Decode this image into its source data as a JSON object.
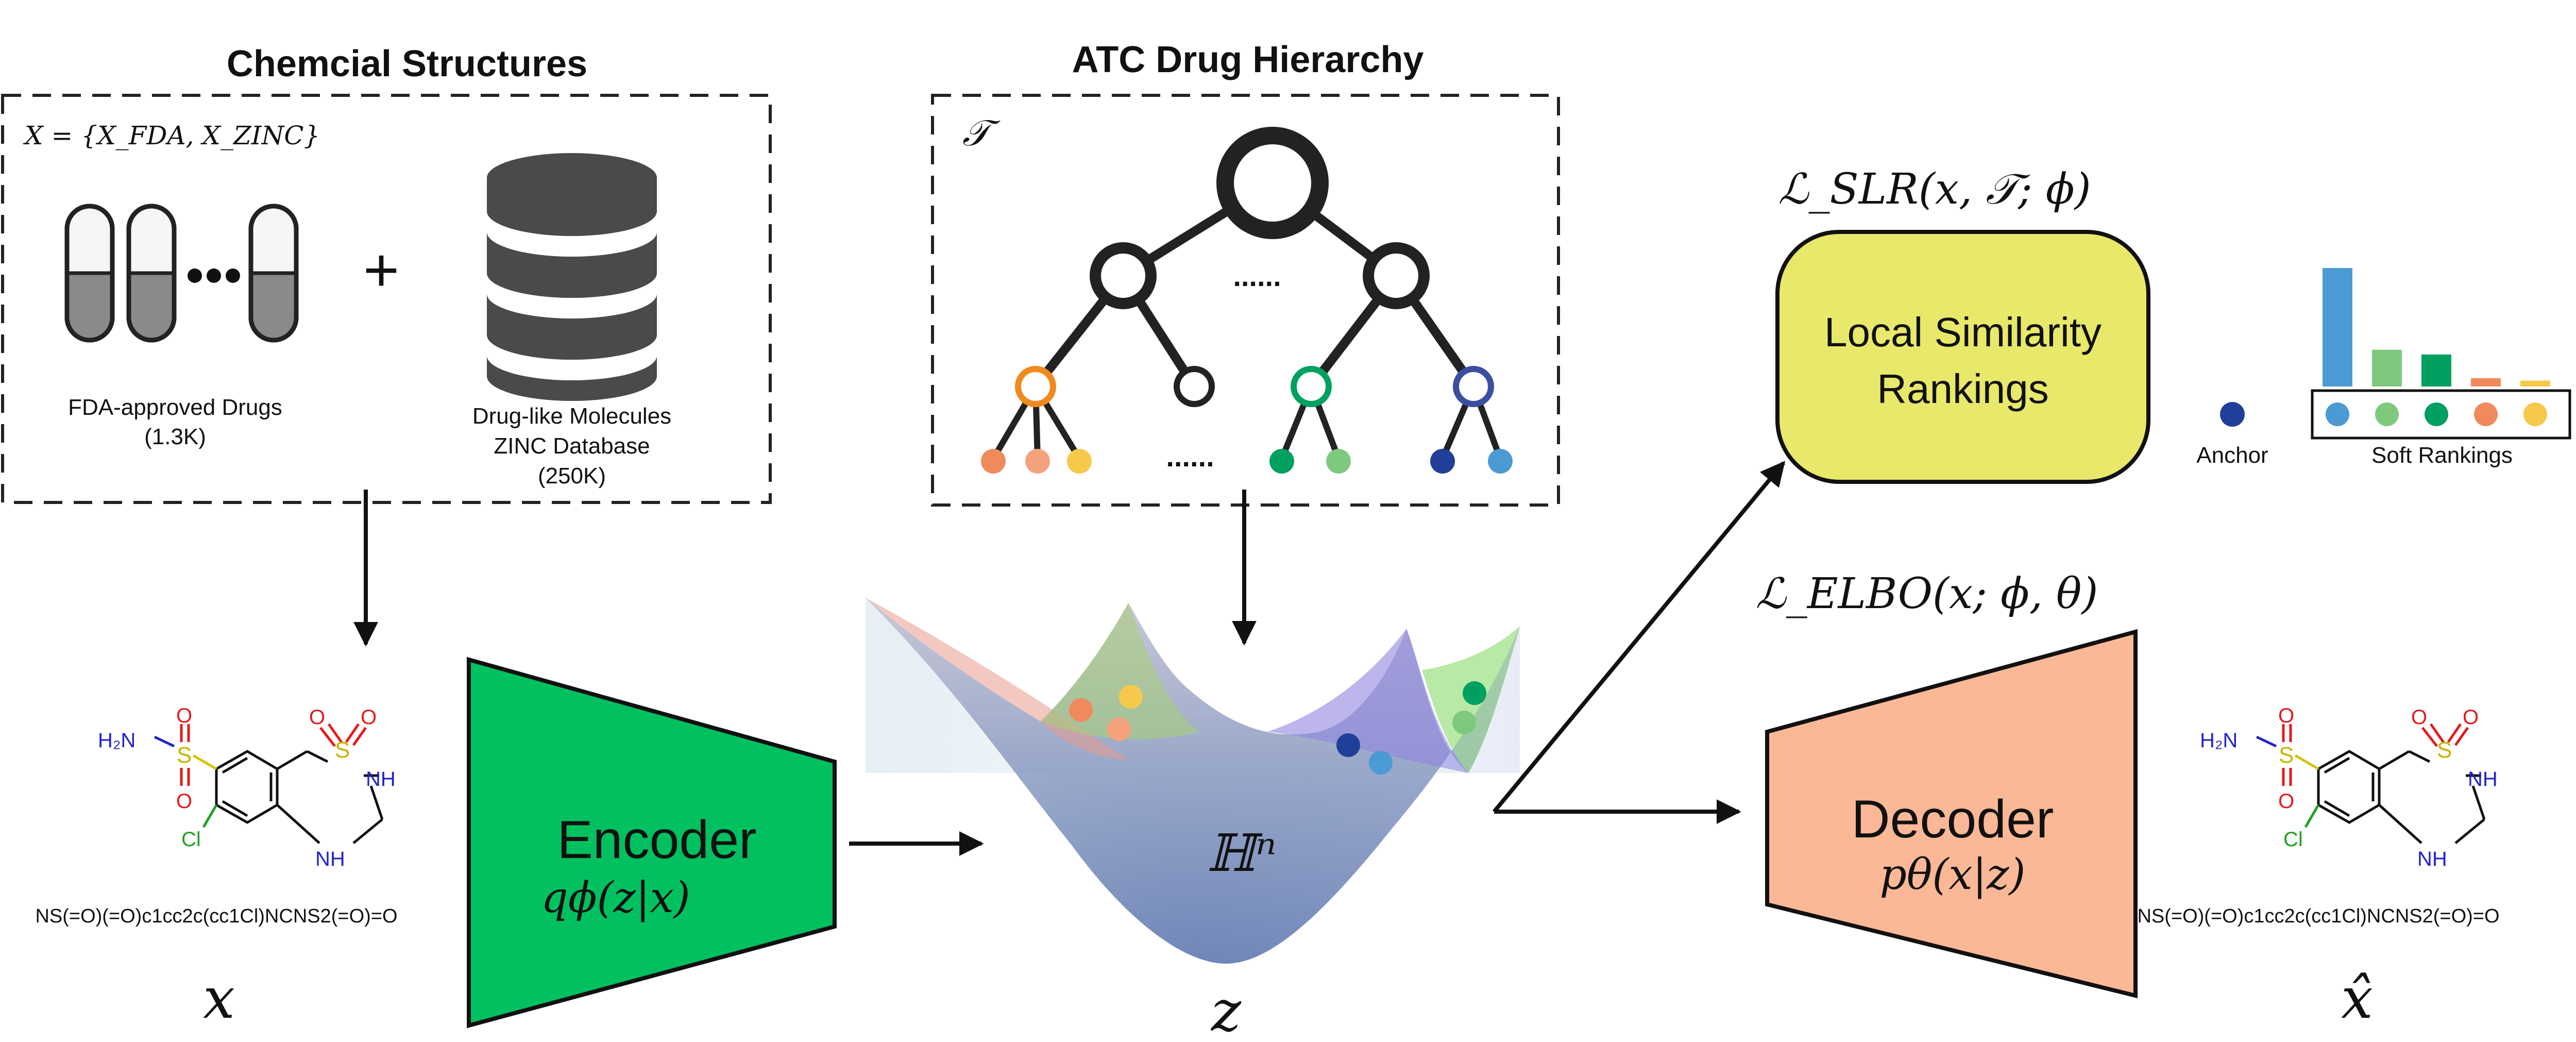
{
  "chemical": {
    "title": "Chemcial Structures",
    "set_formula": "X = {X_FDA, X_ZINC}",
    "fda_label": "FDA-approved Drugs",
    "fda_count": "(1.3K)",
    "plus": "+",
    "zinc_label_1": "Drug-like Molecules",
    "zinc_label_2": "ZINC Database",
    "zinc_count": "(250K)"
  },
  "atc": {
    "title": "ATC Drug Hierarchy",
    "tree_symbol": "𝒯",
    "dots": "......"
  },
  "molecule": {
    "atom_nh2": "H₂N",
    "atom_s": "S",
    "atom_o": "O",
    "atom_nh": "NH",
    "atom_cl": "Cl",
    "smiles": "NS(=O)(=O)c1cc2c(cc1Cl)NCNS2(=O)=O"
  },
  "encoder": {
    "label": "Encoder",
    "formula": "qϕ(z|x)"
  },
  "decoder": {
    "label": "Decoder",
    "formula": "pθ(x|z)"
  },
  "latent": {
    "space": "ℍⁿ",
    "var": "z"
  },
  "variables": {
    "input": "x",
    "output": "x̂"
  },
  "losses": {
    "slr": "ℒ_SLR(x, 𝒯; ϕ)",
    "elbo": "ℒ_ELBO(x; ϕ, θ)"
  },
  "ranking": {
    "box_label_1": "Local Similarity",
    "box_label_2": "Rankings",
    "anchor_label": "Anchor",
    "soft_label": "Soft Rankings",
    "bars": [
      {
        "value": 1.0,
        "color": "#4b9ad4"
      },
      {
        "value": 0.31,
        "color": "#7fc97f"
      },
      {
        "value": 0.27,
        "color": "#00a060"
      },
      {
        "value": 0.07,
        "color": "#f08a5d"
      },
      {
        "value": 0.05,
        "color": "#f7c94a"
      }
    ]
  },
  "colors": {
    "encoder": "#00c060",
    "decoder": "#fbb896",
    "slr_box": "#e8e86a",
    "anchor": "#1f3f99",
    "orange": "#f08a5d",
    "yellow": "#f7c94a",
    "green_dark": "#00a060",
    "green_light": "#7fc97f",
    "navy": "#1f3f99",
    "blue": "#4b9ad4"
  }
}
